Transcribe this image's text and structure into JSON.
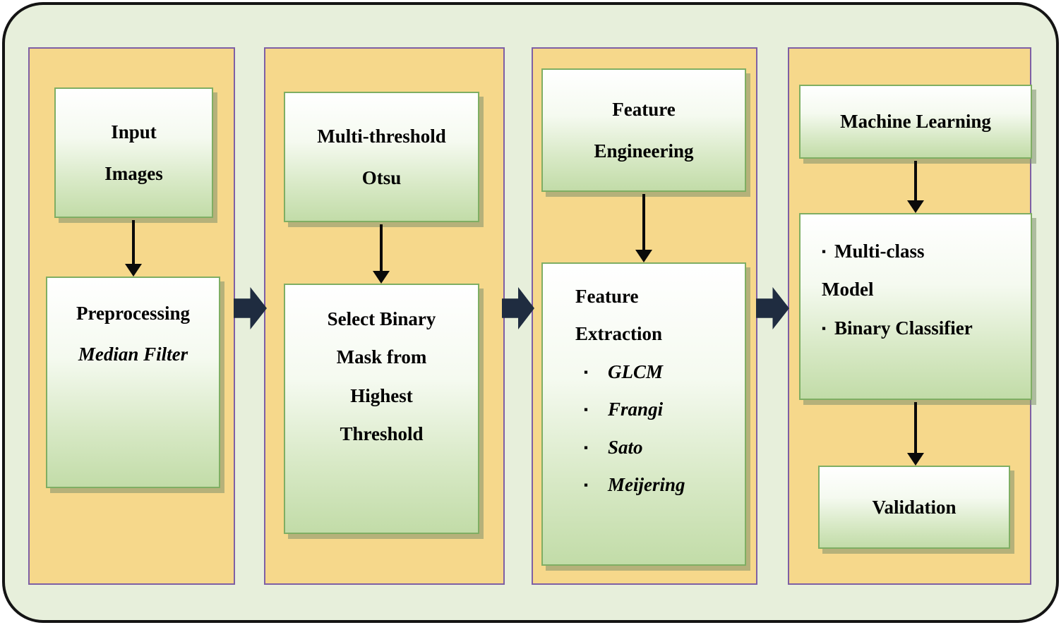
{
  "glyphs": {
    "bullet": "▪"
  },
  "colors": {
    "canvas_bg": "#e7efdb",
    "panel_bg": "#f6d88b",
    "panel_border": "#7e5fa5",
    "box_border": "#7fae63",
    "box_gradient_bottom": "#c2dca8",
    "block_arrow": "#1f2c40"
  },
  "panels": {
    "preprocessing": {
      "input_images": {
        "line1": "Input",
        "line2": "Images"
      },
      "preprocess": {
        "line1": "Preprocessing",
        "line2_italic": "Median Filter"
      }
    },
    "thresholding": {
      "otsu": {
        "line1": "Multi-threshold",
        "line2": "Otsu"
      },
      "mask": {
        "line1": "Select Binary",
        "line2": "Mask from",
        "line3": "Highest",
        "line4": "Threshold"
      }
    },
    "features": {
      "engineering": {
        "line1": "Feature",
        "line2": "Engineering"
      },
      "extraction": {
        "line1": "Feature",
        "line2": "Extraction",
        "bullets": [
          "GLCM",
          "Frangi",
          "Sato",
          "Meijering"
        ]
      }
    },
    "learning": {
      "machine_learning": {
        "line1": "Machine Learning"
      },
      "models": {
        "bullet1": "Multi-class",
        "line2": "Model",
        "bullet2": "Binary Classifier"
      },
      "validation": {
        "line1": "Validation"
      }
    }
  }
}
